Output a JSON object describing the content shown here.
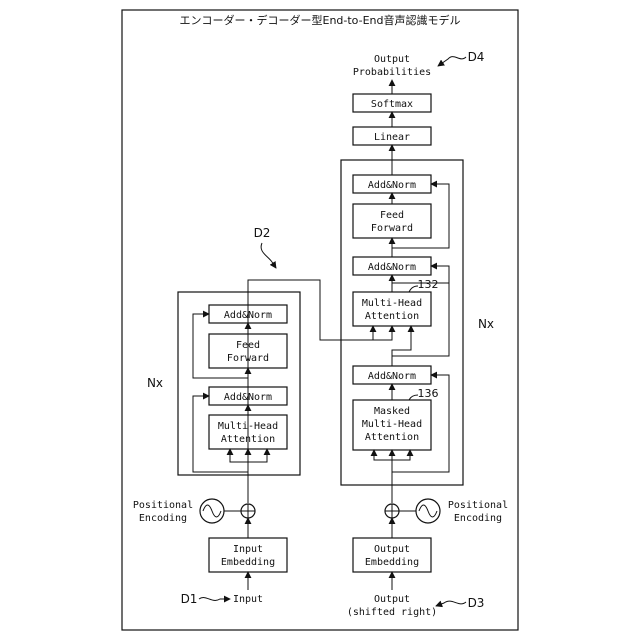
{
  "title": "エンコーダー・デコーダー型End-to-End音声認識モデル",
  "encoder": {
    "add_norm_top": "Add&Norm",
    "feed_forward": [
      "Feed",
      "Forward"
    ],
    "add_norm_bottom": "Add&Norm",
    "multi_head": [
      "Multi-Head",
      "Attention"
    ],
    "repeat": "Nx",
    "positional_encoding": [
      "Positional",
      "Encoding"
    ],
    "input_embedding": [
      "Input",
      "Embedding"
    ],
    "input": "Input"
  },
  "decoder": {
    "output_probabilities": [
      "Output",
      "Probabilities"
    ],
    "softmax": "Softmax",
    "linear": "Linear",
    "add_norm_1": "Add&Norm",
    "feed_forward": [
      "Feed",
      "Forward"
    ],
    "add_norm_2": "Add&Norm",
    "multi_head": [
      "Multi-Head",
      "Attention"
    ],
    "add_norm_3": "Add&Norm",
    "masked_multi_head": [
      "Masked",
      "Multi-Head",
      "Attention"
    ],
    "repeat": "Nx",
    "positional_encoding": [
      "Positional",
      "Encoding"
    ],
    "output_embedding": [
      "Output",
      "Embedding"
    ],
    "output": [
      "Output",
      "(shifted right)"
    ]
  },
  "refs": {
    "d1": "D1",
    "d2": "D2",
    "d3": "D3",
    "d4": "D4",
    "r132": "132",
    "r136": "136"
  }
}
